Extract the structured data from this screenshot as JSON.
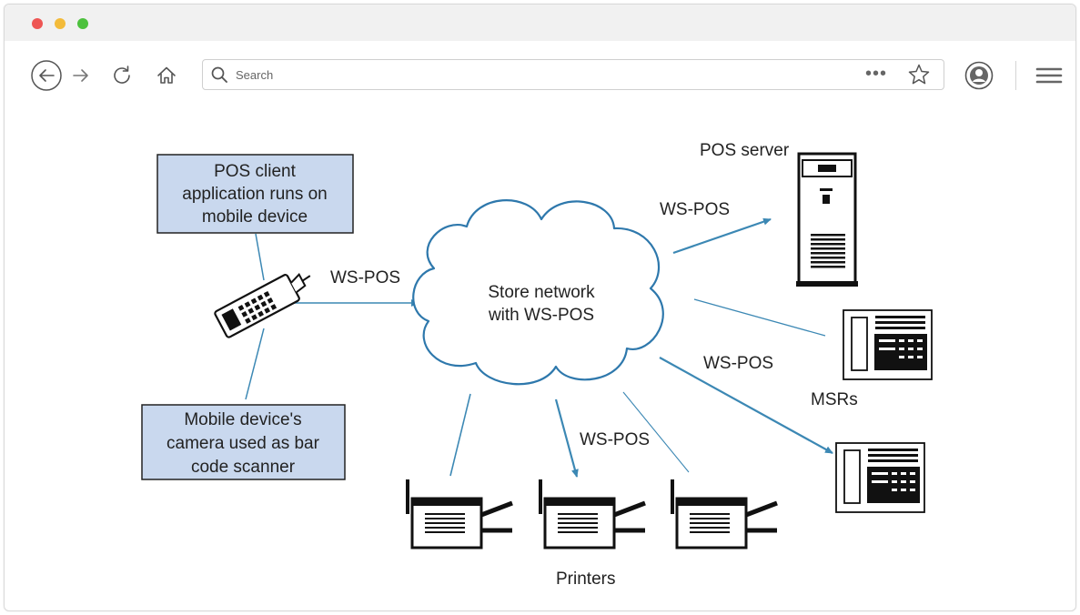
{
  "browser": {
    "search_placeholder": "Search",
    "menu_dots": "•••"
  },
  "diagram": {
    "pos_client_box": [
      "POS client",
      "application runs on",
      "mobile device"
    ],
    "camera_box": [
      "Mobile device's",
      "camera used as bar",
      "code scanner"
    ],
    "cloud_label": [
      "Store network",
      "with WS-POS"
    ],
    "edge_label_mobile": "WS-POS",
    "edge_label_server": "WS-POS",
    "edge_label_msr": "WS-POS",
    "edge_label_printers": "WS-POS",
    "pos_server_label": "POS server",
    "msrs_label": "MSRs",
    "printers_label": "Printers",
    "box_fill": "#c9d8ee",
    "line_color": "#3c88b4",
    "cloud_stroke": "#2e78ac"
  }
}
